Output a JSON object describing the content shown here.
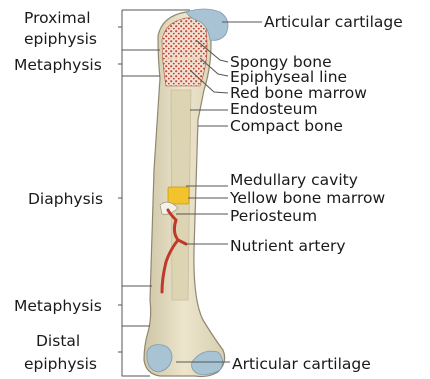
{
  "labels": {
    "left": {
      "proximal_epiphysis_1": "Proximal",
      "proximal_epiphysis_2": "epiphysis",
      "metaphysis_top": "Metaphysis",
      "diaphysis": "Diaphysis",
      "metaphysis_bottom": "Metaphysis",
      "distal_epiphysis_1": "Distal",
      "distal_epiphysis_2": "epiphysis"
    },
    "right": {
      "articular_cartilage_top": "Articular cartilage",
      "spongy_bone": "Spongy bone",
      "epiphyseal_line": "Epiphyseal line",
      "red_bone_marrow": "Red bone marrow",
      "endosteum": "Endosteum",
      "compact_bone": "Compact bone",
      "medullary_cavity": "Medullary cavity",
      "yellow_bone_marrow": "Yellow bone marrow",
      "periosteum": "Periosteum",
      "nutrient_artery": "Nutrient artery",
      "articular_cartilage_bottom": "Articular cartilage"
    }
  },
  "colors": {
    "bone": "#e8e0c4",
    "bone_outline": "#8f8770",
    "spongy_bone": "#c94a3a",
    "cartilage": "#a7c3d4",
    "yellow_marrow": "#f2c32c",
    "artery": "#c0392b",
    "leader_line": "#555555"
  }
}
